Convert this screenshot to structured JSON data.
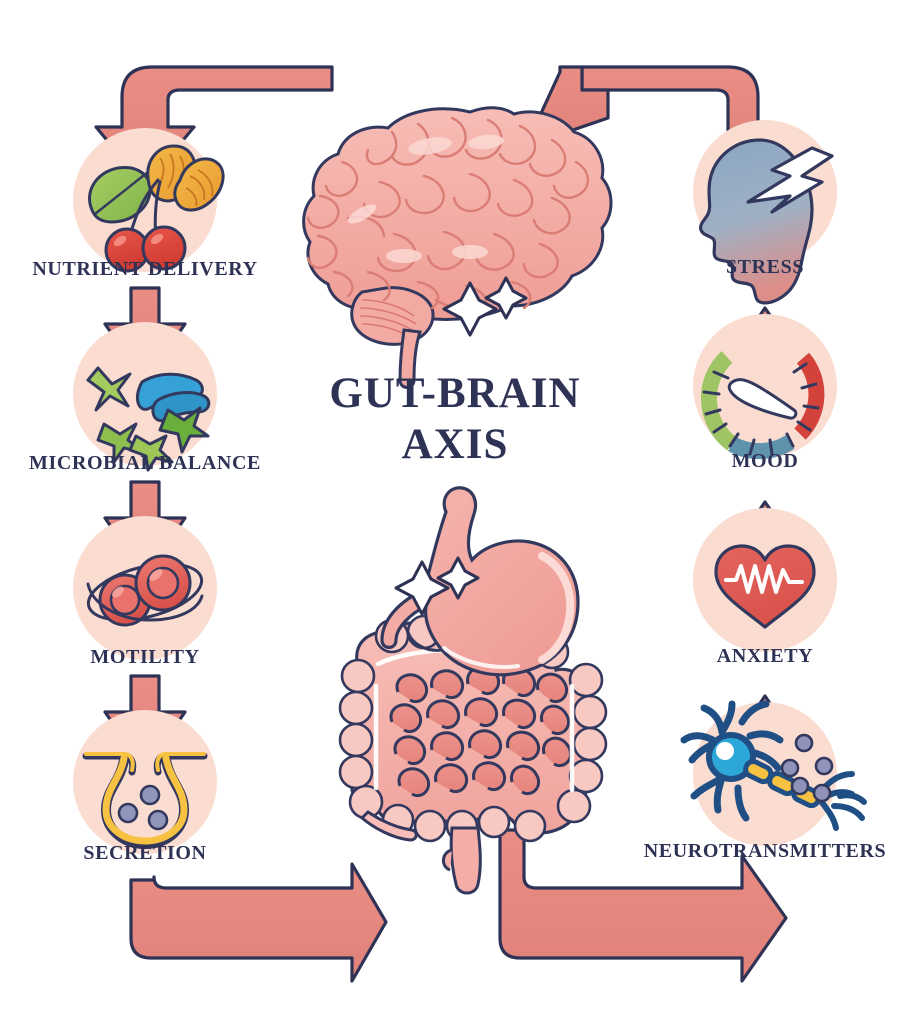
{
  "title": {
    "line1": "GUT-BRAIN",
    "line2": "AXIS",
    "color": "#2e3356"
  },
  "palette": {
    "circle_bg": "#fbdcd1",
    "arrow_fill": "#e5867e",
    "arrow_stroke": "#2e3356",
    "label_color": "#2e3356",
    "organ_pink": "#f3a7a1",
    "organ_pink_light": "#f8c6c0",
    "organ_outline": "#33395e",
    "background": "#ffffff"
  },
  "center": {
    "brain": {
      "name": "brain",
      "color": "#f4aaa3",
      "sparkles": 2
    },
    "digestive": {
      "name": "stomach-and-intestines",
      "color": "#f3a7a1",
      "sparkles": 2
    }
  },
  "left_column": {
    "direction": "brain-to-gut",
    "items": [
      {
        "id": "nutrient-delivery",
        "label": "NUTRIENT DELIVERY",
        "icon": "cherries-and-leaves-icon",
        "icon_colors": [
          "#d94f44",
          "#8cbf57",
          "#f0a93a"
        ]
      },
      {
        "id": "microbial-balance",
        "label": "MICROBIAL BALANCE",
        "icon": "bacteria-icon",
        "icon_colors": [
          "#9fc85a",
          "#3aa3d8",
          "#5fa83c"
        ]
      },
      {
        "id": "motility",
        "label": "MOTILITY",
        "icon": "cells-orbit-icon",
        "icon_colors": [
          "#e0635c",
          "#f09a93",
          "#33395e"
        ]
      },
      {
        "id": "secretion",
        "label": "SECRETION",
        "icon": "gland-follicle-icon",
        "icon_colors": [
          "#f7c142",
          "#8f93b8",
          "#33395e"
        ]
      }
    ]
  },
  "right_column": {
    "direction": "gut-to-brain",
    "items": [
      {
        "id": "stress",
        "label": "STRESS",
        "icon": "head-lightning-icon",
        "icon_colors": [
          "#7d9dbc",
          "#d98f8a",
          "#ffffff"
        ]
      },
      {
        "id": "mood",
        "label": "MOOD",
        "icon": "mood-gauge-icon",
        "icon_colors": [
          "#9fc464",
          "#5f93ad",
          "#d3433c",
          "#ffffff"
        ]
      },
      {
        "id": "anxiety",
        "label": "ANXIETY",
        "icon": "heart-pulse-icon",
        "icon_colors": [
          "#e0635c",
          "#ffffff"
        ]
      },
      {
        "id": "neurotransmitters",
        "label": "NEUROTRANSMITTERS",
        "icon": "neuron-synapse-icon",
        "icon_colors": [
          "#1f4f85",
          "#2da7d8",
          "#f7c142",
          "#8f93b8"
        ]
      }
    ]
  },
  "connectors": [
    {
      "id": "brain-to-nutrient",
      "from": "brain",
      "to": "nutrient-delivery",
      "shape": "top-left-hook",
      "direction": "down"
    },
    {
      "id": "nutrient-to-microbial",
      "from": "nutrient-delivery",
      "to": "microbial-balance",
      "shape": "straight",
      "direction": "down"
    },
    {
      "id": "microbial-to-motility",
      "from": "microbial-balance",
      "to": "motility",
      "shape": "straight",
      "direction": "down"
    },
    {
      "id": "motility-to-secretion",
      "from": "motility",
      "to": "secretion",
      "shape": "straight",
      "direction": "down"
    },
    {
      "id": "secretion-to-gut",
      "from": "secretion",
      "to": "digestive",
      "shape": "bottom-left-hook",
      "direction": "up"
    },
    {
      "id": "gut-to-neurotransmitters",
      "from": "digestive",
      "to": "neurotransmitters",
      "shape": "bottom-right-hook",
      "direction": "up"
    },
    {
      "id": "neurotransmitters-to-anxiety",
      "from": "neurotransmitters",
      "to": "anxiety",
      "shape": "straight",
      "direction": "up"
    },
    {
      "id": "anxiety-to-mood",
      "from": "anxiety",
      "to": "mood",
      "shape": "straight",
      "direction": "up"
    },
    {
      "id": "mood-to-stress",
      "from": "mood",
      "to": "stress",
      "shape": "straight",
      "direction": "up"
    },
    {
      "id": "stress-to-brain",
      "from": "stress",
      "to": "brain",
      "shape": "top-right-hook",
      "direction": "down"
    }
  ]
}
